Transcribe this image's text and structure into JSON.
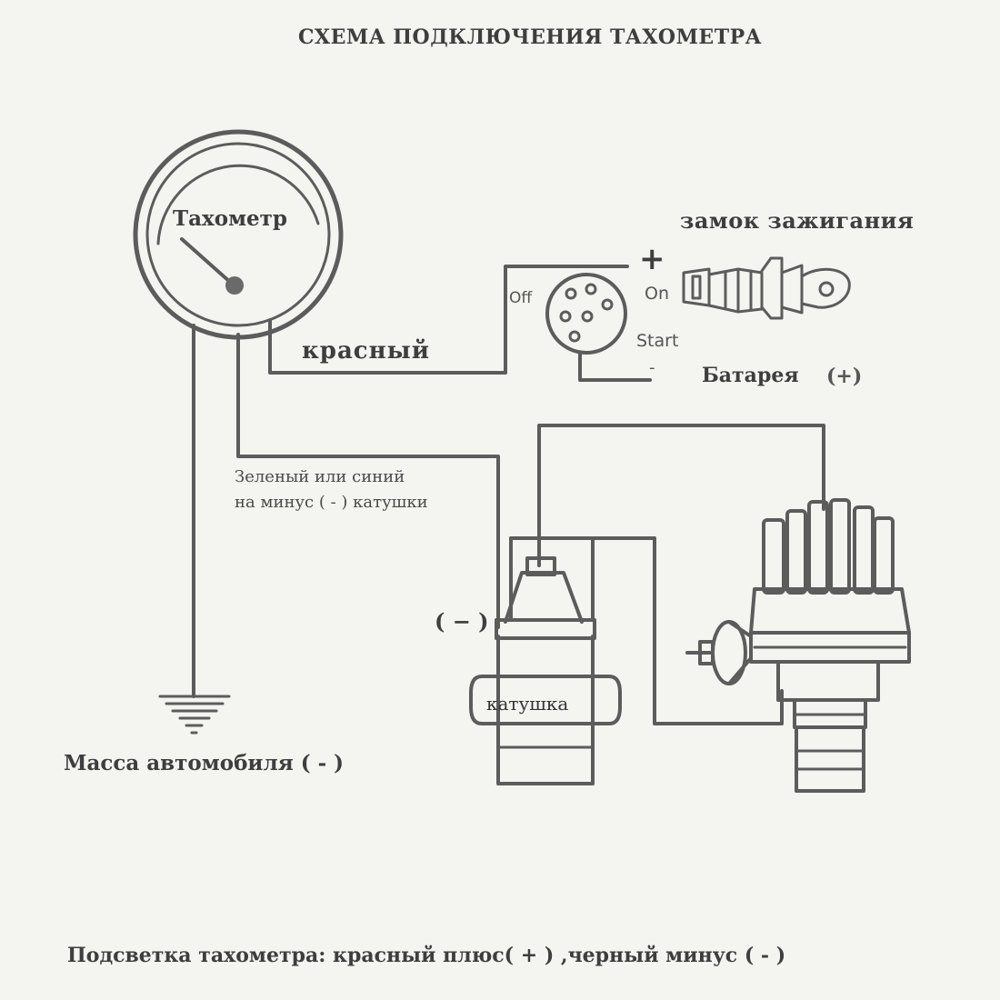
{
  "title": "СХЕМА ПОДКЛЮЧЕНИЯ ТАХОМЕТРА",
  "tachometer": {
    "label": "Тахометр"
  },
  "ignition_switch": {
    "label": "замок зажигания",
    "plus_sign": "+",
    "positions": {
      "off": "Off",
      "on": "On",
      "start": "Start",
      "minus": "-"
    }
  },
  "wires": {
    "red_label": "красный",
    "green_label_line1": "Зеленый или синий",
    "green_label_line2": "на минус ( - ) катушки"
  },
  "battery": {
    "label": "Батарея",
    "polarity": "(+)"
  },
  "coil": {
    "minus_terminal": "( − )",
    "label": "катушка"
  },
  "ground": {
    "label": "Масса автомобиля ( - )"
  },
  "backlight_note": "Подсветка тахометра:   красный плюс( + ) ,черный минус ( - )",
  "colors": {
    "ink": "#5a5a5a",
    "background": "#f4f4f1"
  }
}
